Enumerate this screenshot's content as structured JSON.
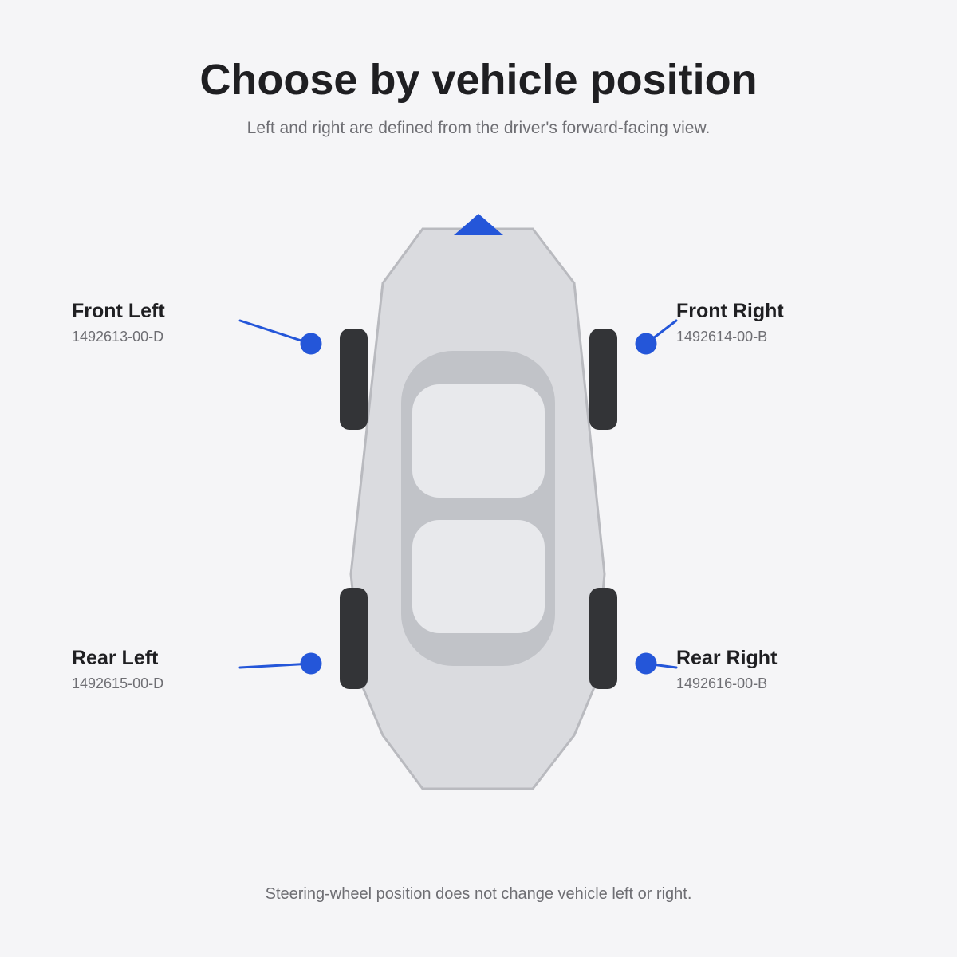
{
  "header": {
    "title": "Choose by vehicle position",
    "subtitle": "Left and right are defined from the driver's forward-facing view."
  },
  "positions": {
    "front_left": {
      "name": "Front Left",
      "part_number": "1492613-00-D"
    },
    "front_right": {
      "name": "Front Right",
      "part_number": "1492614-00-B"
    },
    "rear_left": {
      "name": "Rear Left",
      "part_number": "1492615-00-D"
    },
    "rear_right": {
      "name": "Rear Right",
      "part_number": "1492616-00-B"
    }
  },
  "footer": {
    "note": "Steering-wheel position does not change vehicle left or right."
  },
  "colors": {
    "accent": "#2456d9",
    "background": "#f5f5f7",
    "body": "#dadbdf",
    "body_outline": "#b9babf",
    "cabin": "#c1c3c8",
    "glass": "#e8e9ec",
    "tire": "#333437",
    "title": "#1f1f22",
    "muted_text": "#6e6e73"
  },
  "icons": {
    "front_indicator": "triangle-up-icon",
    "position_marker": "dot-marker-icon"
  }
}
